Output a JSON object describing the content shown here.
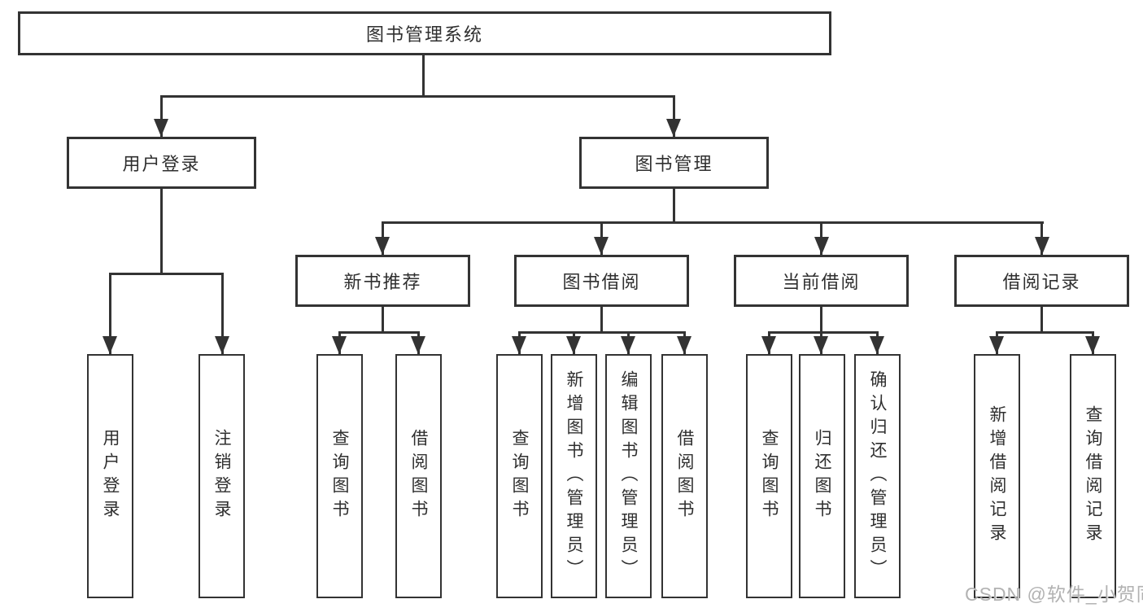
{
  "diagram_type": "hierarchy-tree",
  "colors": {
    "line": "#333333",
    "text": "#2f2f2f",
    "background": "#ffffff",
    "watermark": "#b2b2b2"
  },
  "tree": {
    "label": "图书管理系统",
    "children": [
      {
        "label": "用户登录",
        "children": [
          {
            "label": "用户登录"
          },
          {
            "label": "注销登录"
          }
        ]
      },
      {
        "label": "图书管理",
        "children": [
          {
            "label": "新书推荐",
            "children": [
              {
                "label": "查询图书"
              },
              {
                "label": "借阅图书"
              }
            ]
          },
          {
            "label": "图书借阅",
            "children": [
              {
                "label": "查询图书"
              },
              {
                "label": "新增图书（管理员）"
              },
              {
                "label": "编辑图书（管理员）"
              },
              {
                "label": "借阅图书"
              }
            ]
          },
          {
            "label": "当前借阅",
            "children": [
              {
                "label": "查询图书"
              },
              {
                "label": "归还图书"
              },
              {
                "label": "确认归还（管理员）"
              }
            ]
          },
          {
            "label": "借阅记录",
            "children": [
              {
                "label": "新增借阅记录"
              },
              {
                "label": "查询借阅记录"
              }
            ]
          }
        ]
      }
    ]
  },
  "watermark": "CSDN @软件_小贺同学"
}
